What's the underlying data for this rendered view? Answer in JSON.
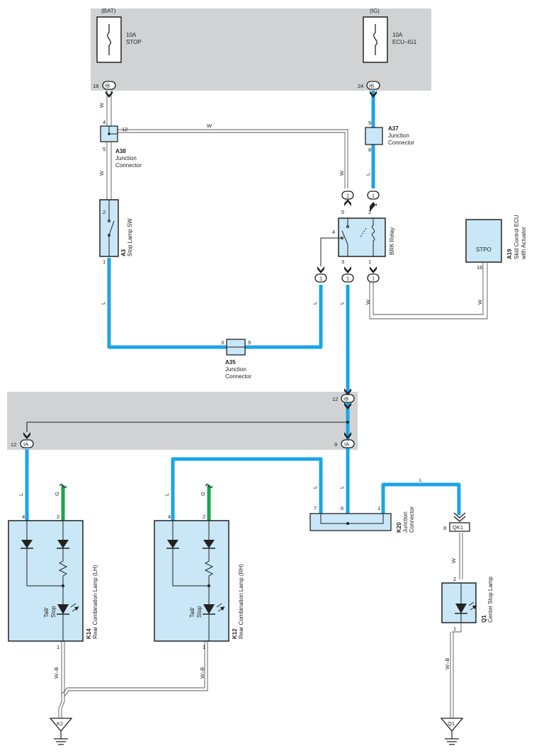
{
  "colors": {
    "wire_blue": "#1ba5e6",
    "wire_green": "#17a84a",
    "box_fill": "#c9e7f6",
    "panel_gray": "#d1d2d4"
  },
  "supply": {
    "bat_label": "(BAT)",
    "ig_label": "(IG)",
    "fuse_stop_amp": "10A",
    "fuse_stop_name": "STOP",
    "fuse_ecu_amp": "10A",
    "fuse_ecu_name": "ECU–IG1"
  },
  "connectors": {
    "ib": "IB",
    "ia": "IA",
    "qk1": "QK1",
    "one": "1"
  },
  "pins": {
    "ib18": "18",
    "ib24": "24",
    "ib12": "12",
    "ia12": "12",
    "ia9": "9",
    "qk1_8": "8",
    "a38_4": "4",
    "a38_12": "12",
    "a38_5": "5",
    "a37_9": "9",
    "a37_8": "8",
    "a3_2": "2",
    "a3_1": "1",
    "relay_5": "5",
    "relay_2": "2",
    "relay_4": "4",
    "relay_3": "3",
    "relay_1": "1",
    "a19_16": "16",
    "a35_3": "3",
    "a35_9": "9",
    "k14_4": "4",
    "k14_2": "2",
    "k14_1": "1",
    "k12_4": "4",
    "k12_2": "2",
    "k12_1": "1",
    "k20_7": "7",
    "k20_6": "6",
    "k20_1": "1",
    "q1_2": "2",
    "q1_1": "1"
  },
  "wires": {
    "w": "W",
    "l": "L",
    "g": "G",
    "wb": "W–B"
  },
  "components": {
    "a38": {
      "code": "A38",
      "name1": "Junction",
      "name2": "Connector"
    },
    "a37": {
      "code": "A37",
      "name1": "Junction",
      "name2": "Connector"
    },
    "a35": {
      "code": "A35",
      "name1": "Junction",
      "name2": "Connector"
    },
    "a3": {
      "code": "A3",
      "name": "Stop Lamp SW"
    },
    "relay": {
      "name": "BRK Relay"
    },
    "a19": {
      "code": "A19",
      "name1": "Skid Control ECU",
      "name2": "with Actuator",
      "terminal": "STPO"
    },
    "k14": {
      "code": "K14",
      "name": "Rear Combination Lamp (LH)",
      "lamp1": "Tail/",
      "lamp2": "Stop"
    },
    "k12": {
      "code": "K12",
      "name": "Rear Combination Lamp (RH)",
      "lamp1": "Tail/",
      "lamp2": "Stop"
    },
    "k20": {
      "code": "K20",
      "name1": "Junction",
      "name2": "Connector"
    },
    "q1": {
      "code": "Q1",
      "name": "Center Stop Lamp"
    }
  },
  "grounds": {
    "k2": "K2",
    "q1": "Q1"
  }
}
